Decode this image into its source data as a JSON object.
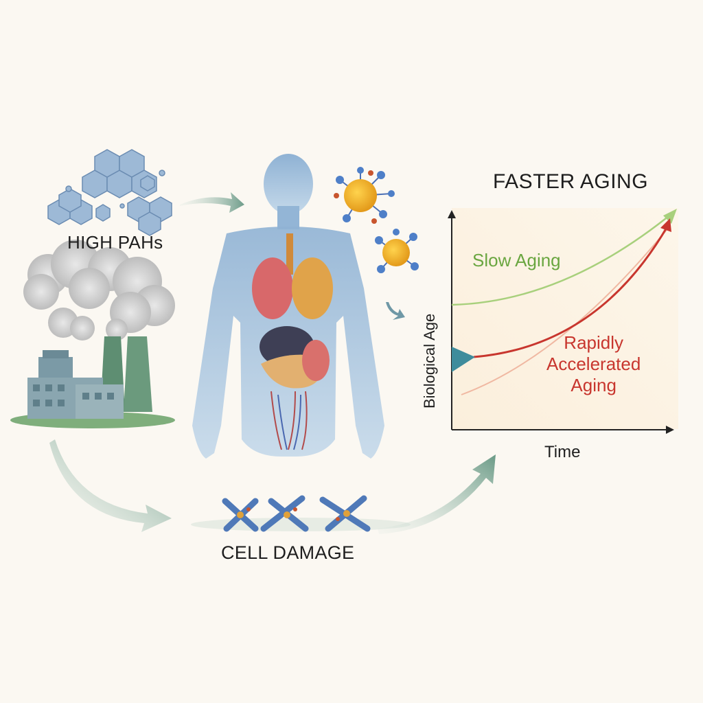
{
  "pahs": {
    "label": "HIGH PAHs"
  },
  "cell": {
    "label": "CELL DAMAGE"
  },
  "chart_data": {
    "type": "line",
    "title": "FASTER AGING",
    "xlabel": "Time",
    "ylabel": "Biological Age",
    "series": [
      {
        "name": "Slow Aging",
        "color": "#8ec46a"
      },
      {
        "name": "Rapidly Accelerated Aging",
        "color": "#c8362e"
      }
    ],
    "annotations": [
      "Slow Aging",
      "Rapidly",
      "Accelerated",
      "Aging"
    ]
  }
}
